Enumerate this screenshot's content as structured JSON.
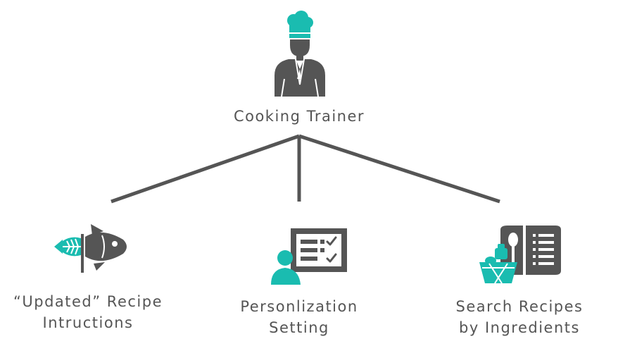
{
  "root": {
    "label": "Cooking Trainer",
    "icon": "chef-icon"
  },
  "branches": [
    {
      "icon": "fish-icon",
      "lines": [
        "“Updated” Recipe",
        "Intructions"
      ]
    },
    {
      "icon": "checklist-user-icon",
      "lines": [
        "Personlization",
        "Setting"
      ]
    },
    {
      "icon": "recipe-book-icon",
      "lines": [
        "Search Recipes",
        "by Ingredients"
      ]
    }
  ],
  "colors": {
    "accent": "#1ABCB0",
    "dark": "#555555",
    "text": "#555555"
  }
}
